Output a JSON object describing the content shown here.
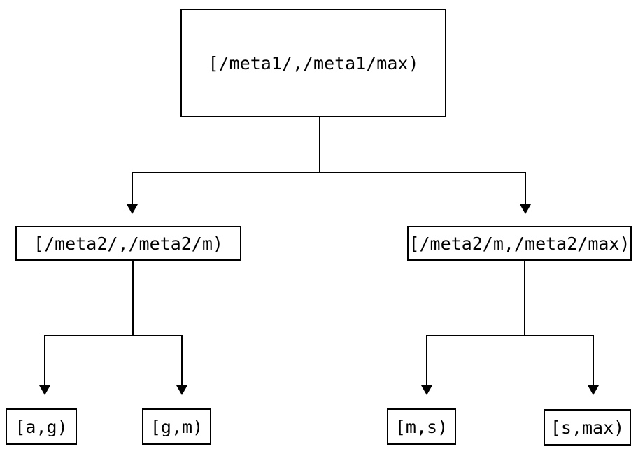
{
  "colors": {
    "background": "#ffffff",
    "line": "#000000",
    "box_border": "#000000",
    "text": "#000000"
  },
  "tree": {
    "root": {
      "label": "[/meta1/,/meta1/max)",
      "children": [
        {
          "label": "[/meta2/,/meta2/m)",
          "children": [
            {
              "label": "[a,g)"
            },
            {
              "label": "[g,m)"
            }
          ]
        },
        {
          "label": "[/meta2/m,/meta2/max)",
          "children": [
            {
              "label": "[m,s)"
            },
            {
              "label": "[s,max)"
            }
          ]
        }
      ]
    }
  }
}
